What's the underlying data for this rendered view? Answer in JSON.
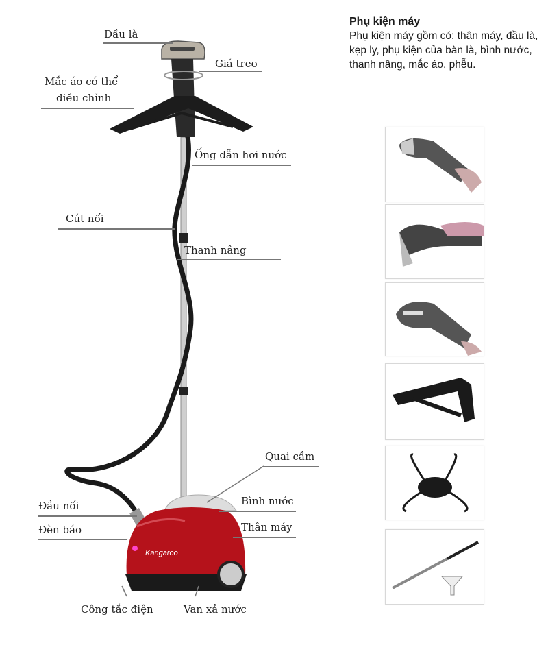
{
  "info": {
    "title": "Phụ kiện máy",
    "description": "Phụ kiện máy gồm có: thân máy, đầu là, kẹp ly, phụ kiện của bàn là, bình nước, thanh nâng, mắc áo, phễu."
  },
  "labels": {
    "iron_head": "Đầu là",
    "hanger_holder": "Giá treo",
    "adjustable_hanger_line1": "Mắc áo có thể",
    "adjustable_hanger_line2": "điều chỉnh",
    "steam_hose": "Ống dẫn hơi nước",
    "elbow_joint": "Cút nối",
    "lift_bar": "Thanh nâng",
    "handle": "Quai cầm",
    "water_tank": "Bình nước",
    "body": "Thân máy",
    "connector": "Đầu nối",
    "indicator_light": "Đèn báo",
    "power_switch": "Công tắc điện",
    "drain_valve": "Van xả nước"
  },
  "brand": "Kangaroo",
  "colors": {
    "body_red": "#b5121b",
    "hose": "#1a1a1a",
    "pole": "#c8c8c8"
  },
  "accessories": [
    "iron-head-in-hand",
    "crease-clamp",
    "iron-head-bottom",
    "hanger",
    "hanger-base-stand",
    "lift-bar-and-funnel"
  ]
}
